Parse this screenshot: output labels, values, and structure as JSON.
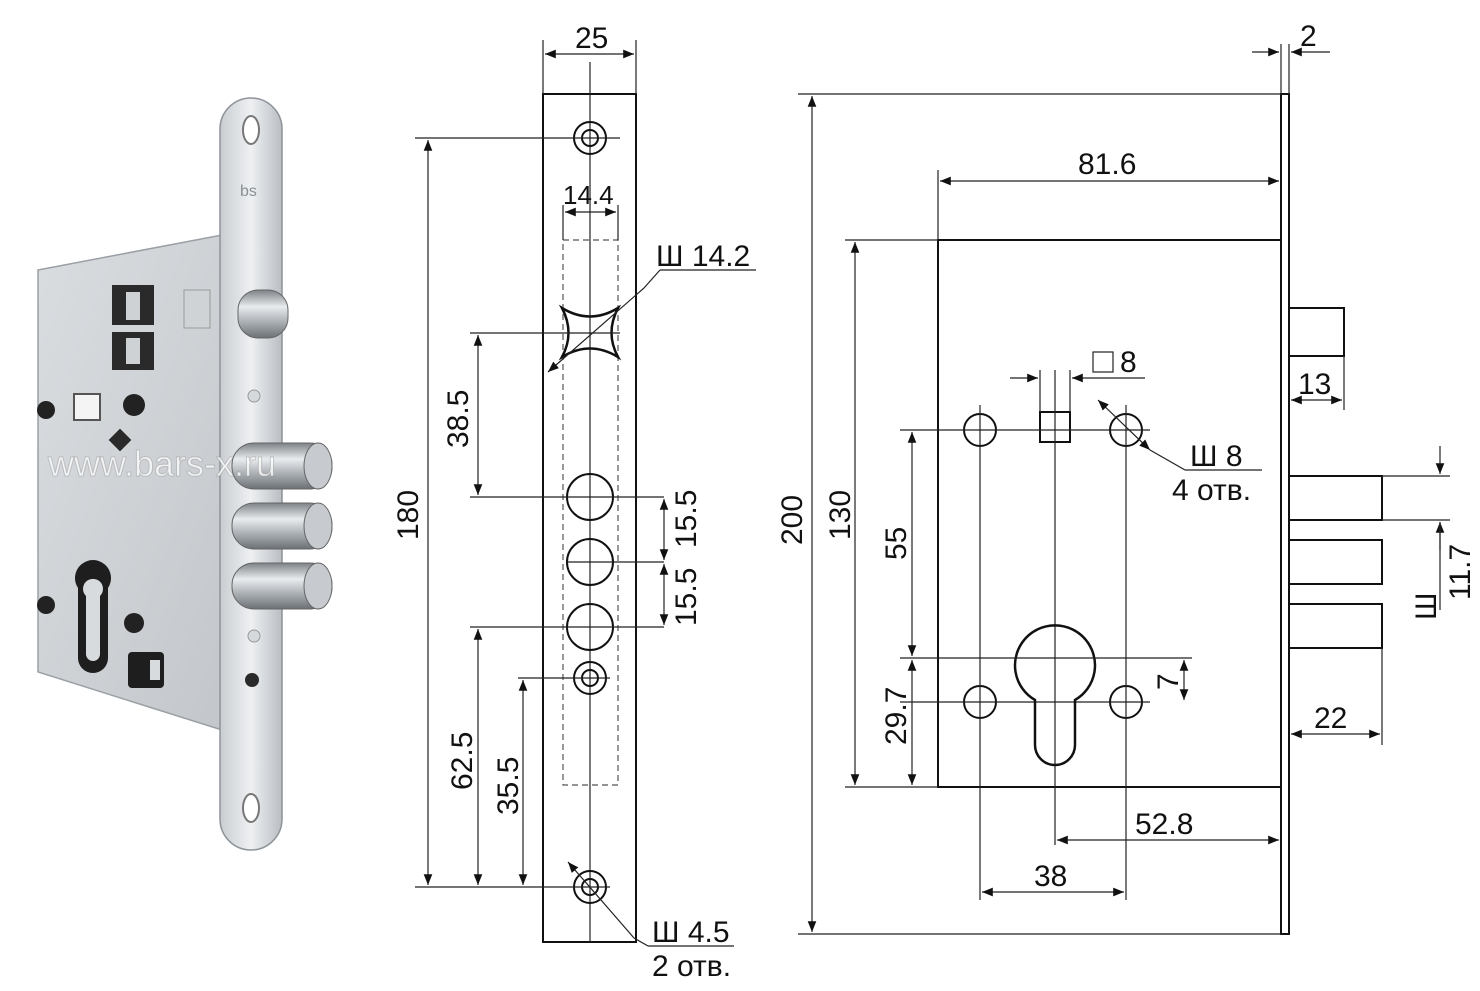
{
  "photo": {
    "watermark": "www.bars-x.ru",
    "logo_text": "bs"
  },
  "front_view": {
    "width_25": "25",
    "width_14_4": "14.4",
    "dia_14_2": "Ш 14.2",
    "height_180": "180",
    "dist_38_5": "38.5",
    "bolt_gap_1": "15.5",
    "bolt_gap_2": "15.5",
    "dist_62_5": "62.5",
    "dist_35_5": "35.5",
    "screw_dia": "Ш 4.5",
    "screw_count": "2 отв."
  },
  "side_view": {
    "plate_2": "2",
    "height_200": "200",
    "body_81_6": "81.6",
    "body_130": "130",
    "square_8": "8",
    "latch_13": "13",
    "mount_dia": "Ш 8",
    "mount_count": "4 отв.",
    "dist_55": "55",
    "dist_29_7": "29.7",
    "cyl_7": "7",
    "bolt_dia": "Ш",
    "bolt_11_7": "11.7",
    "bolt_22": "22",
    "backset_52_8": "52.8",
    "holes_38": "38"
  }
}
